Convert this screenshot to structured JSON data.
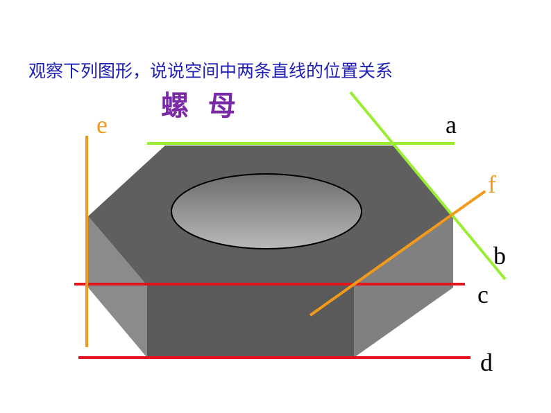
{
  "instruction": "观察下列图形，说说空间中两条直线的位置关系",
  "heading": "螺  母",
  "line_labels": {
    "a": "a",
    "b": "b",
    "c": "c",
    "d": "d",
    "e": "e",
    "f": "f"
  },
  "colors": {
    "instruction": "#1f1fb4",
    "heading": "#7a2aa8",
    "line_a": "#99ee33",
    "line_b": "#99ee33",
    "line_c": "#e4141c",
    "line_d": "#e4141c",
    "line_e": "#f39a1a",
    "line_f": "#f39a1a",
    "label_a": "#000000",
    "label_b": "#000000",
    "label_c": "#000000",
    "label_d": "#000000",
    "label_e": "#f39a1a",
    "label_f": "#f39a1a"
  }
}
